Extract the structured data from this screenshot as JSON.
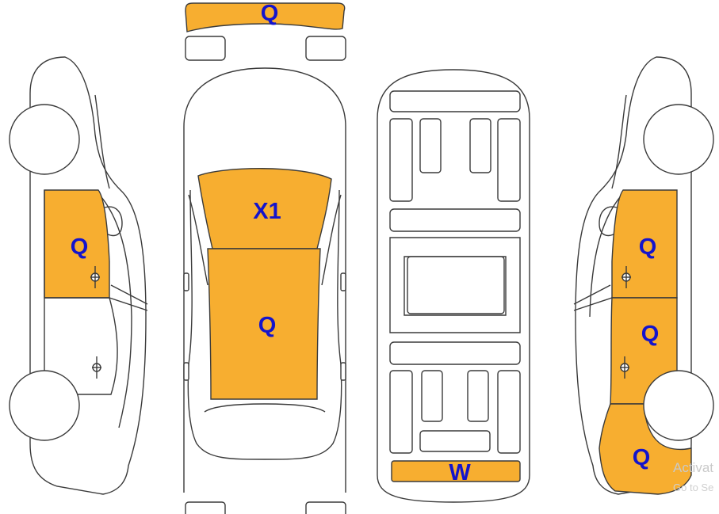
{
  "colors": {
    "damage_fill": "#f7ae30",
    "label_text": "#1414cc",
    "outline": "#3a3a3a",
    "watermark": "#c9c9c9"
  },
  "views": {
    "left_side": {
      "labels": [
        "Q"
      ]
    },
    "top": {
      "labels": [
        "Q",
        "X1",
        "Q"
      ]
    },
    "bottom": {
      "labels": [
        "W"
      ]
    },
    "right_side": {
      "labels": [
        "Q",
        "Q",
        "Q"
      ]
    }
  },
  "watermark": {
    "line1": "Activat",
    "line2": "Go to Se"
  }
}
